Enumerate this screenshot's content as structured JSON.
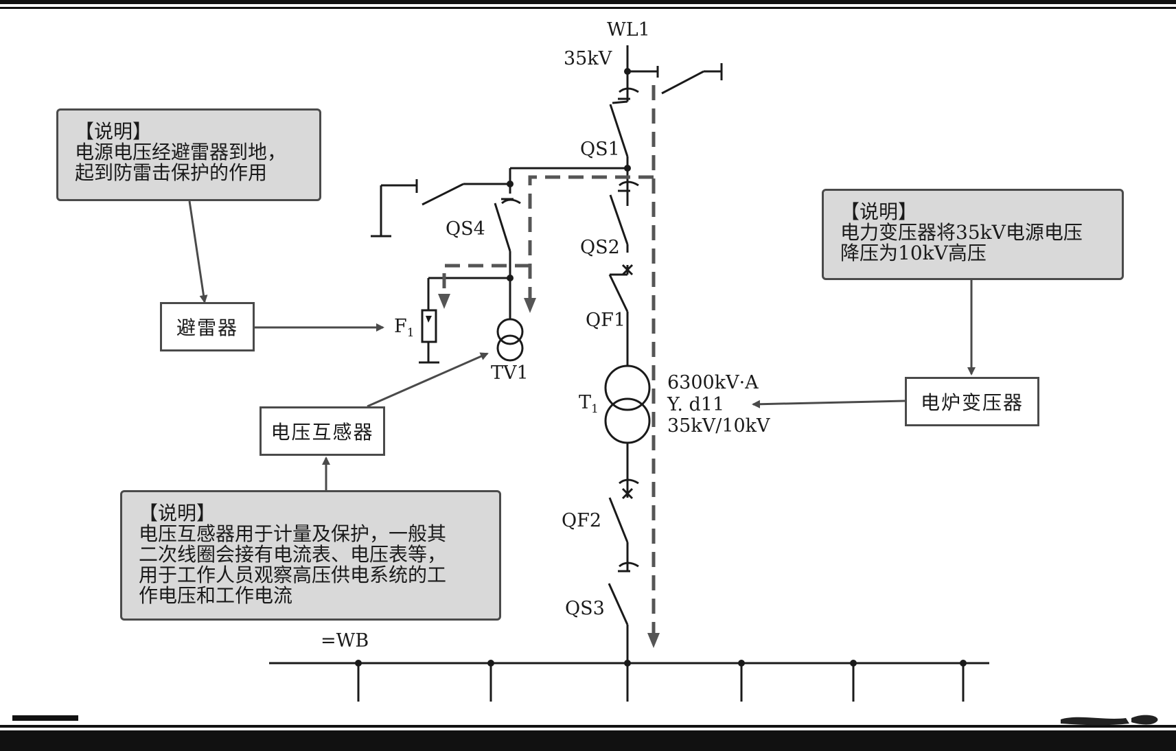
{
  "labels": {
    "wl1": "WL1",
    "voltage_in": "35kV",
    "qs1": "QS1",
    "qs2": "QS2",
    "qs3": "QS3",
    "qs4": "QS4",
    "qf1": "QF1",
    "qf2": "QF2",
    "f1_letter": "F",
    "f1_sub": "1",
    "tv1": "TV1",
    "t1_letter": "T",
    "t1_sub": "1",
    "rating_1": "6300kV·A",
    "rating_2": "Y. d11",
    "rating_3": "35kV/10kV",
    "bus": "=WB"
  },
  "boxes": {
    "arrester": "避雷器",
    "voltage_transformer": "电压互感器",
    "furnace_transformer": "电炉变压器"
  },
  "notes": {
    "arrester": {
      "lines": [
        "【说明】",
        "电源电压经避雷器到地，",
        "起到防雷击保护的作用"
      ]
    },
    "voltage_transformer": {
      "lines": [
        "【说明】",
        "电压互感器用于计量及保护，一般其",
        "二次线圈会接有电流表、电压表等，",
        "用于工作人员观察高压供电系统的工",
        "作电压和工作电流"
      ]
    },
    "power_transformer": {
      "lines": [
        "【说明】",
        "电力变压器将35kV电源电压",
        "降压为10kV高压"
      ]
    }
  },
  "colors": {
    "line": "#1a1a1a",
    "dashed_flow": "#555555",
    "note_fill": "#d9d9d9",
    "note_border": "#4a4a4a"
  }
}
